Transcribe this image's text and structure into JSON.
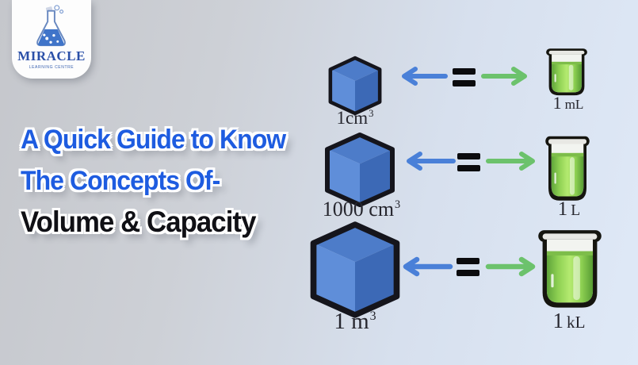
{
  "logo": {
    "brand": "MIRACLE",
    "tagline": "LEARNING CENTRE"
  },
  "title": {
    "line1": "A Quick Guide to Know",
    "line2": "The Concepts Of-",
    "line3": "Volume & Capacity"
  },
  "rows": [
    {
      "cube_base": "1cm",
      "cube_exp": "3",
      "beaker_value": "1",
      "beaker_unit": "mL"
    },
    {
      "cube_base": "1000 cm",
      "cube_exp": "3",
      "beaker_value": "1",
      "beaker_unit": "L"
    },
    {
      "cube_base": "1 m",
      "cube_exp": "3",
      "beaker_value": "1",
      "beaker_unit": "kL"
    }
  ],
  "icons": {
    "equals_icon": "=",
    "arrow_left_icon": "←",
    "arrow_right_icon": "→",
    "flask_icon": "erlenmeyer-flask",
    "cube_icon": "blue-cube",
    "beaker_icon": "green-liquid-beaker"
  },
  "colors": {
    "title_blue": "#1e5ce0",
    "title_black": "#101015",
    "arrow_blue": "#4a80d8",
    "arrow_green": "#6cc26c",
    "cube_top": "#4d7cc9",
    "cube_left": "#5f8ed9",
    "cube_right": "#3c69b6",
    "liquid_green": "#8fd153",
    "background_left": "#c5c7cc",
    "background_right": "#dfe9f7"
  }
}
